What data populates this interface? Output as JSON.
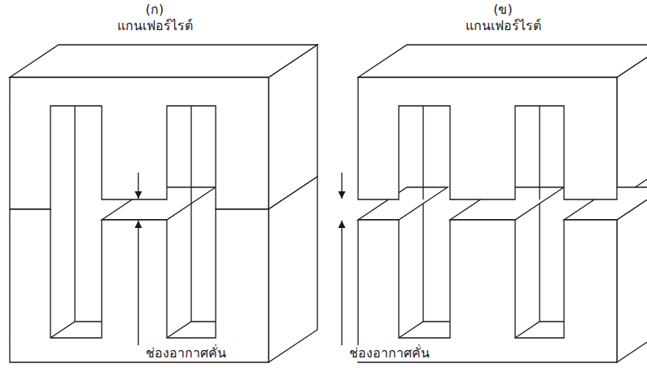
{
  "diagram": {
    "labels": [
      "(ก)",
      "แกนเฟอร์ไรต์",
      "(ข)",
      "แกนเฟอร์ไรต์",
      "ช่องอากาศคั่น",
      "ช่องอากาศคั่น"
    ]
  }
}
